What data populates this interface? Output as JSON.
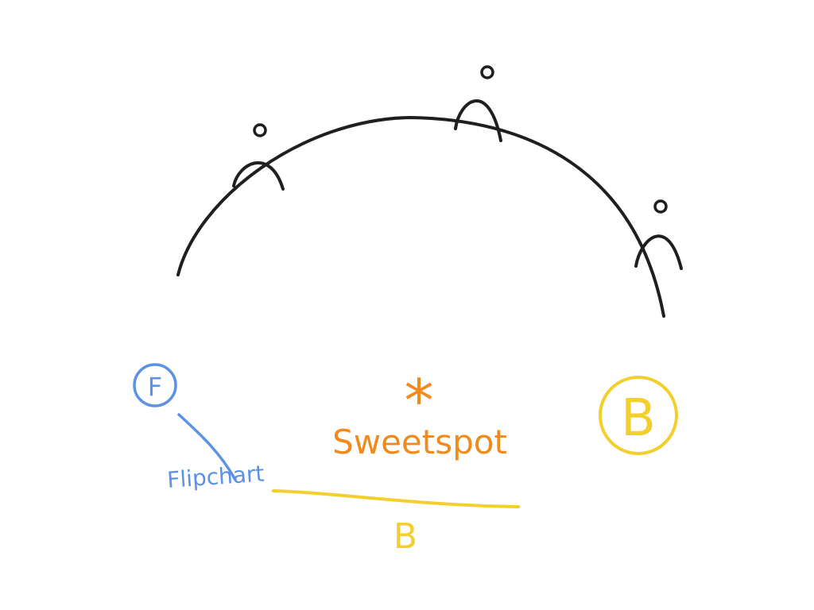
{
  "colors": {
    "background": "#ffffff",
    "arc_ink": "#1f1f1f",
    "flipchart_ink": "#5b92e5",
    "sweetspot_ink": "#f08a1c",
    "beamer_ink": "#f2cf2c"
  },
  "icons": {
    "participant": "person-icon",
    "flipchart_symbol": "circled-letter-icon",
    "sweetspot_marker": "asterisk-icon",
    "beamer_symbol": "circled-letter-icon"
  },
  "labels": {
    "flipchart_letter": "F",
    "flipchart": "Flipchart",
    "sweetspot_marker": "*",
    "sweetspot": "Sweetspot",
    "beamer_letter": "B",
    "beamer_screen_letter": "B"
  }
}
